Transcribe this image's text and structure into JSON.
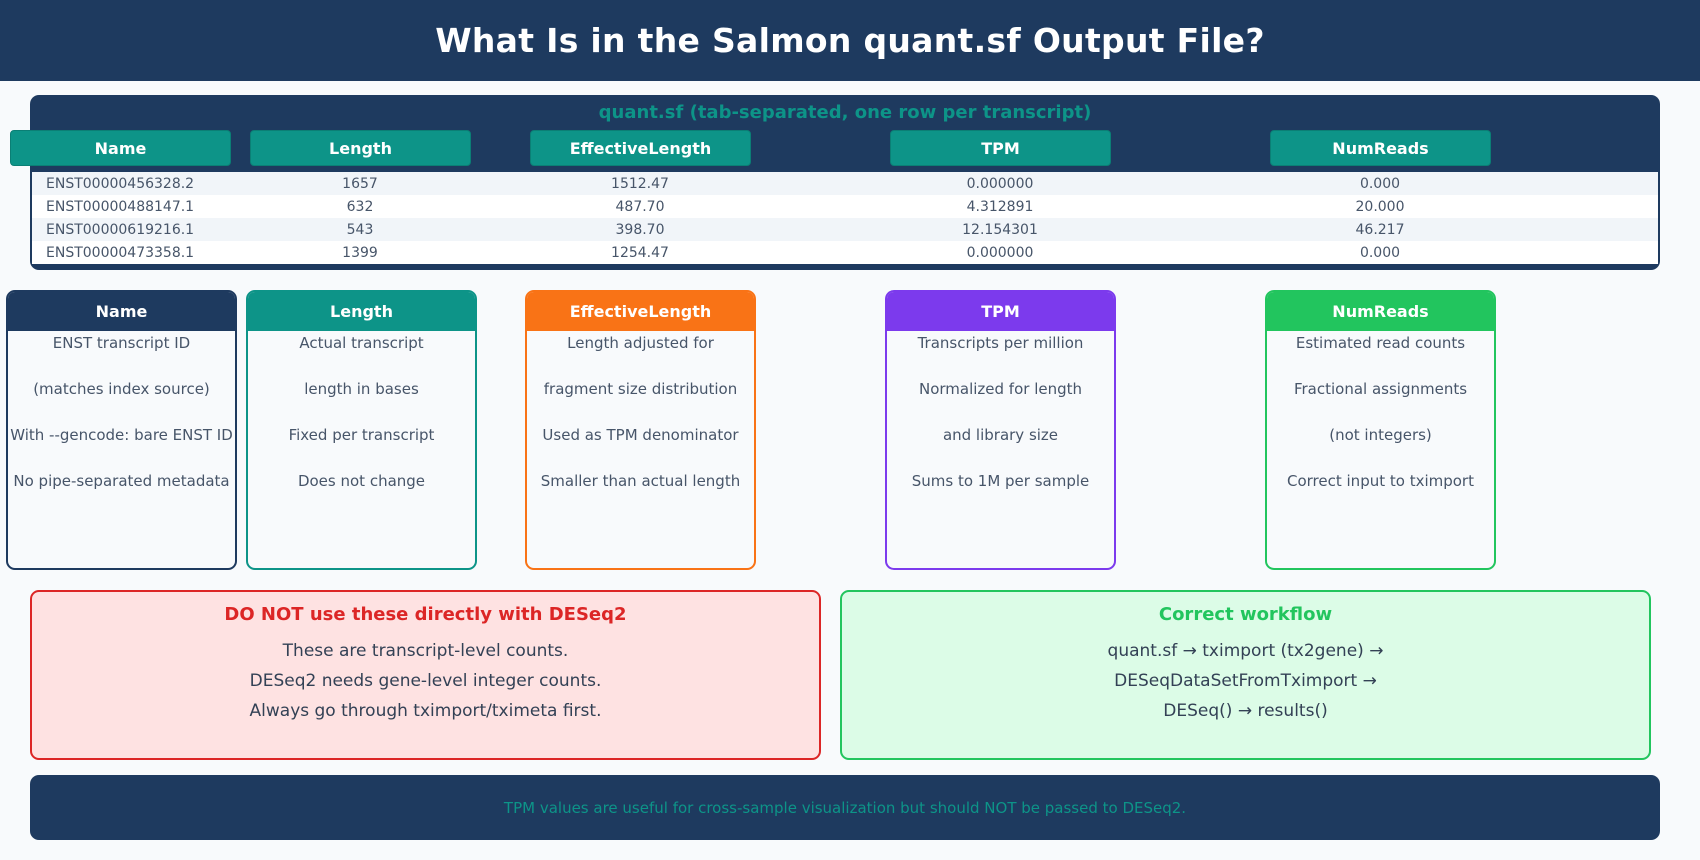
{
  "title": "What Is in the Salmon quant.sf Output File?",
  "file_caption": "quant.sf (tab-separated, one row per transcript)",
  "columns": [
    "Name",
    "Length",
    "EffectiveLength",
    "TPM",
    "NumReads"
  ],
  "rows": [
    [
      "ENST00000456328.2",
      "1657",
      "1512.47",
      "0.000000",
      "0.000"
    ],
    [
      "ENST00000488147.1",
      "632",
      "487.70",
      "4.312891",
      "20.000"
    ],
    [
      "ENST00000619216.1",
      "543",
      "398.70",
      "12.154301",
      "46.217"
    ],
    [
      "ENST00000473358.1",
      "1399",
      "1254.47",
      "0.000000",
      "0.000"
    ]
  ],
  "cards": [
    {
      "title": "Name",
      "color": "#1e3a5f",
      "lines": [
        "ENST transcript ID",
        "(matches index source)",
        "With --gencode: bare ENST ID",
        "No pipe-separated metadata"
      ]
    },
    {
      "title": "Length",
      "color": "#0d9488",
      "lines": [
        "Actual transcript",
        "length in bases",
        "Fixed per transcript",
        "Does not change"
      ]
    },
    {
      "title": "EffectiveLength",
      "color": "#f97316",
      "lines": [
        "Length adjusted for",
        "fragment size distribution",
        "Used as TPM denominator",
        "Smaller than actual length"
      ]
    },
    {
      "title": "TPM",
      "color": "#7c3aed",
      "lines": [
        "Transcripts per million",
        "Normalized for length",
        "and library size",
        "Sums to 1M per sample"
      ]
    },
    {
      "title": "NumReads",
      "color": "#22c55e",
      "lines": [
        "Estimated read counts",
        "Fractional assignments",
        "(not integers)",
        "Correct input to tximport"
      ]
    }
  ],
  "warning": {
    "title": "DO NOT use these directly with DESeq2",
    "lines": [
      "These are transcript-level counts.",
      "DESeq2 needs gene-level integer counts.",
      "Always go through tximport/tximeta first."
    ]
  },
  "workflow": {
    "title": "Correct workflow",
    "lines": [
      "quant.sf → tximport (tx2gene) →",
      "DESeqDataSetFromTximport →",
      "DESeq() → results()"
    ]
  },
  "footer": "TPM values are useful for cross-sample visualization but should NOT be passed to DESeq2."
}
